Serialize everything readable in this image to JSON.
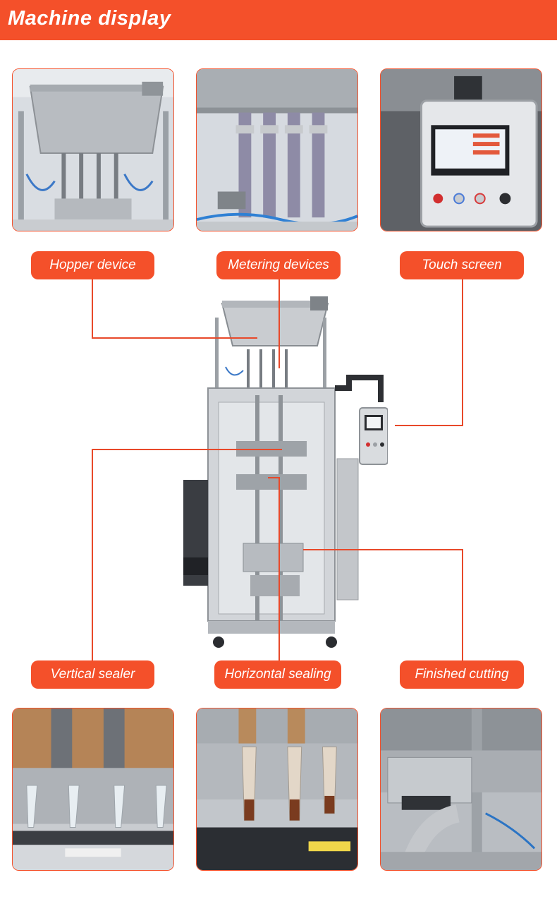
{
  "header": {
    "title": "Machine display",
    "accent": "#f4502a"
  },
  "top_photos": [
    {
      "icon": "hopper-photo"
    },
    {
      "icon": "metering-pipes-photo"
    },
    {
      "icon": "touch-screen-panel-photo"
    }
  ],
  "labels": {
    "hopper": "Hopper device",
    "metering": "Metering devices",
    "touch": "Touch screen",
    "vertical": "Vertical sealer",
    "horizontal": "Horizontal sealing",
    "cutting": "Finished cutting"
  },
  "bottom_photos": [
    {
      "icon": "vertical-sealer-photo"
    },
    {
      "icon": "horizontal-sealing-photo"
    },
    {
      "icon": "finished-cutting-photo"
    }
  ]
}
